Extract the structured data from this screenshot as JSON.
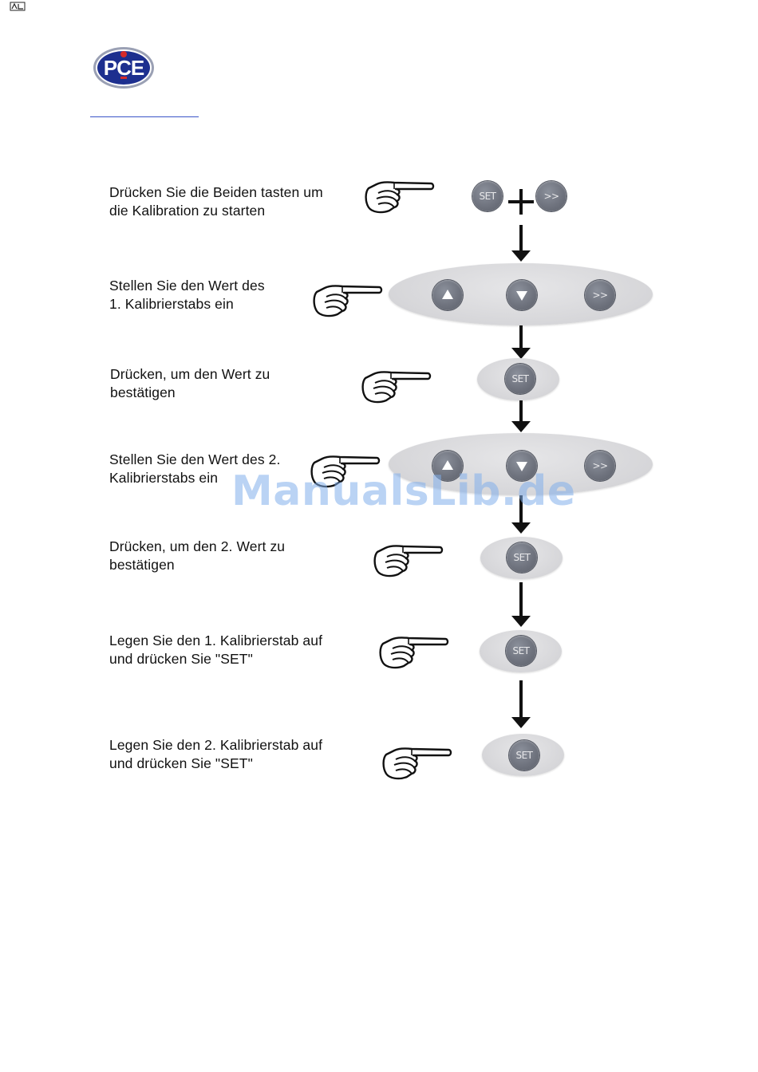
{
  "logo": {
    "text": "PCE",
    "colors": {
      "blue": "#1d2f8f",
      "red": "#d62a2a",
      "ring": "#9aa0b4"
    }
  },
  "steps": [
    {
      "lines": [
        "Drücken Sie die Beiden tasten um",
        "die Kalibration zu starten"
      ]
    },
    {
      "lines": [
        "Stellen Sie den Wert des",
        "1. Kalibrierstabs ein"
      ]
    },
    {
      "lines": [
        "Drücken, um den Wert zu",
        "bestätigen"
      ]
    },
    {
      "lines": [
        "Stellen Sie den Wert des 2.",
        "Kalibrierstabs ein"
      ]
    },
    {
      "lines": [
        "Drücken, um den 2. Wert zu",
        "bestätigen"
      ]
    },
    {
      "lines": [
        "Legen Sie den 1. Kalibrierstab auf",
        "und drücken Sie \"SET\""
      ]
    },
    {
      "lines": [
        "Legen Sie den 2. Kalibrierstab auf",
        "und drücken Sie \"SET\""
      ]
    }
  ],
  "buttons": {
    "set": "SET",
    "next": ">>"
  },
  "watermark": "ManualsLib.de"
}
